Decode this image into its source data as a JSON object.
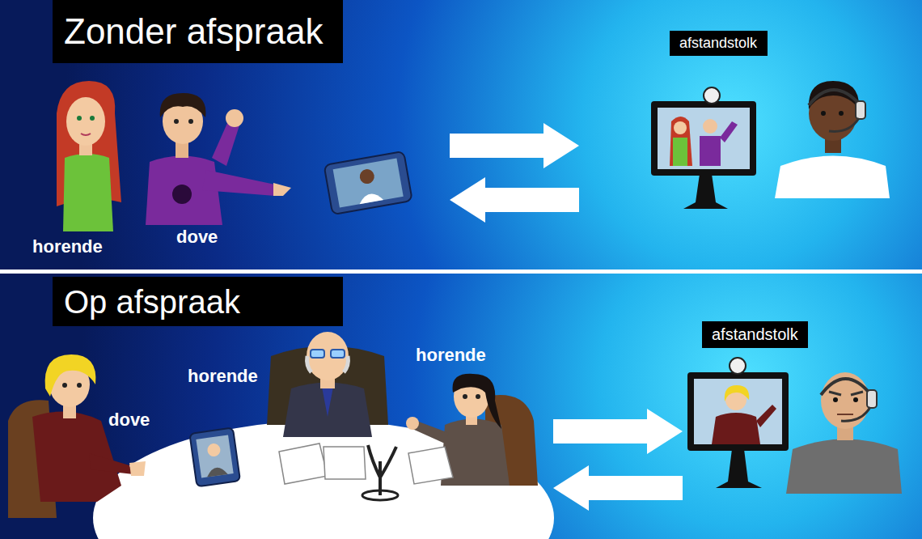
{
  "diagram": {
    "nodes": [
      {
        "text": [
          "Zonder afspraak"
        ]
      },
      {
        "text": [
          "afstandstolk"
        ]
      },
      {
        "text": [
          "Op afspraak"
        ]
      },
      {
        "text": [
          "afstandstolk"
        ]
      }
    ],
    "labels": [
      "horende",
      "dove",
      "dove",
      "horende",
      "horende"
    ]
  }
}
